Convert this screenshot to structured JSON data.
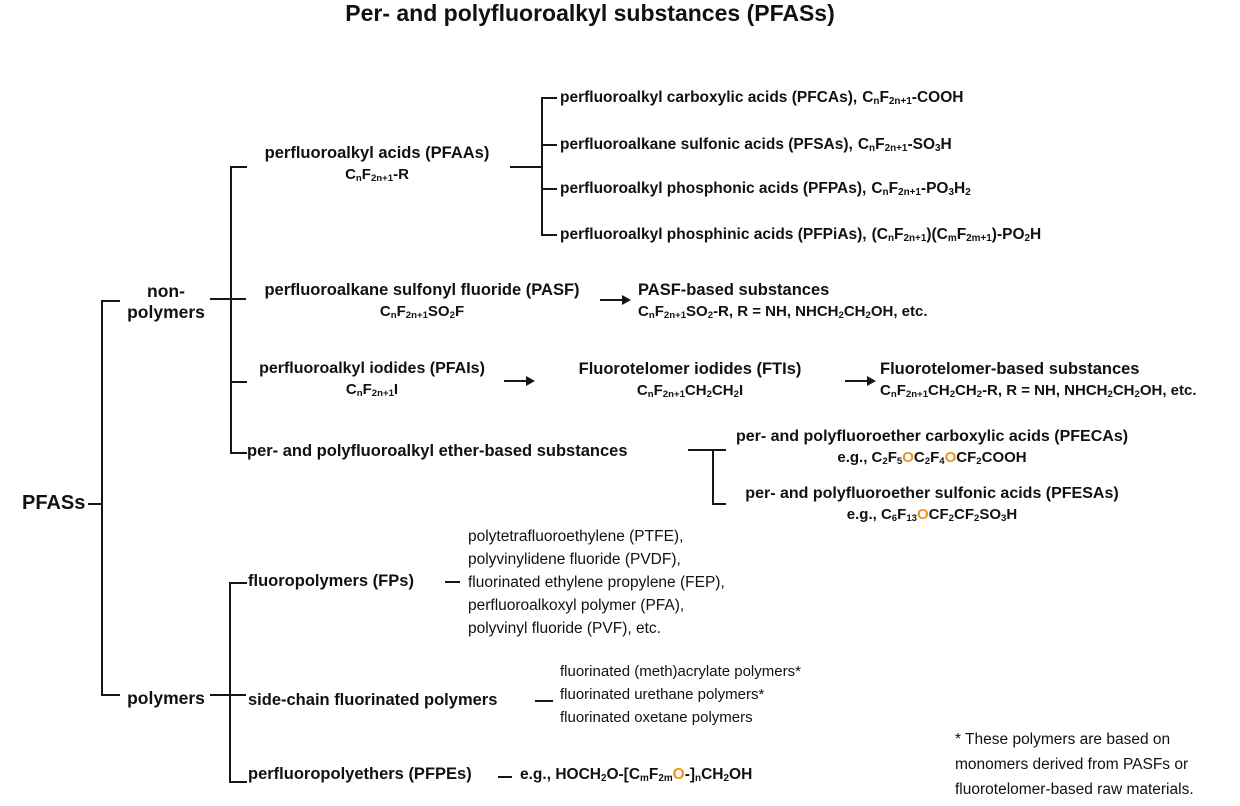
{
  "title": "Per- and polyfluoroalkyl substances (PFASs)",
  "colors": {
    "line": "#161616",
    "text": "#111111",
    "orange": "#f0921e",
    "background": "#ffffff"
  },
  "root": {
    "label": "PFASs"
  },
  "groups": {
    "non_polymers": {
      "line1": "non-",
      "line2": "polymers"
    },
    "polymers": {
      "label": "polymers"
    }
  },
  "nodes": {
    "pfaa": {
      "label": "perfluoroalkyl acids (PFAAs)",
      "formula": [
        {
          "t": "C"
        },
        {
          "s": "n"
        },
        {
          "t": "F"
        },
        {
          "s": "2n+1"
        },
        {
          "t": "-R"
        }
      ]
    },
    "pfca": {
      "label": "perfluoroalkyl carboxylic acids (PFCAs),",
      "formula": [
        {
          "t": "C"
        },
        {
          "s": "n"
        },
        {
          "t": "F"
        },
        {
          "s": "2n+1"
        },
        {
          "t": "-COOH"
        }
      ]
    },
    "pfsa": {
      "label": "perfluoroalkane sulfonic acids (PFSAs),",
      "formula": [
        {
          "t": "C"
        },
        {
          "s": "n"
        },
        {
          "t": "F"
        },
        {
          "s": "2n+1"
        },
        {
          "t": "-SO"
        },
        {
          "s": "3"
        },
        {
          "t": "H"
        }
      ]
    },
    "pfpa": {
      "label": "perfluoroalkyl phosphonic acids (PFPAs),",
      "formula": [
        {
          "t": "C"
        },
        {
          "s": "n"
        },
        {
          "t": "F"
        },
        {
          "s": "2n+1"
        },
        {
          "t": "-PO"
        },
        {
          "s": "3"
        },
        {
          "t": "H"
        },
        {
          "s": "2"
        }
      ]
    },
    "pfpia": {
      "label": "perfluoroalkyl phosphinic acids (PFPiAs),",
      "formula": [
        {
          "t": "(C"
        },
        {
          "s": "n"
        },
        {
          "t": "F"
        },
        {
          "s": "2n+1"
        },
        {
          "t": ")(C"
        },
        {
          "s": "m"
        },
        {
          "t": "F"
        },
        {
          "s": "2m+1"
        },
        {
          "t": ")-PO"
        },
        {
          "s": "2"
        },
        {
          "t": "H"
        }
      ]
    },
    "pasf": {
      "label": "perfluoroalkane sulfonyl fluoride (PASF)",
      "formula": [
        {
          "t": "C"
        },
        {
          "s": "n"
        },
        {
          "t": "F"
        },
        {
          "s": "2n+1"
        },
        {
          "t": "SO"
        },
        {
          "s": "2"
        },
        {
          "t": "F"
        }
      ]
    },
    "pasf_based": {
      "label": "PASF-based substances",
      "formula": [
        {
          "t": "C"
        },
        {
          "s": "n"
        },
        {
          "t": "F"
        },
        {
          "s": "2n+1"
        },
        {
          "t": "SO"
        },
        {
          "s": "2"
        },
        {
          "t": "-R, R = NH, NHCH"
        },
        {
          "s": "2"
        },
        {
          "t": "CH"
        },
        {
          "s": "2"
        },
        {
          "t": "OH, etc."
        }
      ]
    },
    "pfai": {
      "label": "perfluoroalkyl iodides (PFAIs)",
      "formula": [
        {
          "t": "C"
        },
        {
          "s": "n"
        },
        {
          "t": "F"
        },
        {
          "s": "2n+1"
        },
        {
          "t": "I"
        }
      ]
    },
    "fti": {
      "label": "Fluorotelomer iodides (FTIs)",
      "formula": [
        {
          "t": "C"
        },
        {
          "s": "n"
        },
        {
          "t": "F"
        },
        {
          "s": "2n+1"
        },
        {
          "t": "CH"
        },
        {
          "s": "2"
        },
        {
          "t": "CH"
        },
        {
          "s": "2"
        },
        {
          "t": "I"
        }
      ]
    },
    "ft_based": {
      "label": "Fluorotelomer-based substances",
      "formula": [
        {
          "t": "C"
        },
        {
          "s": "n"
        },
        {
          "t": "F"
        },
        {
          "s": "2n+1"
        },
        {
          "t": "CH"
        },
        {
          "s": "2"
        },
        {
          "t": "CH"
        },
        {
          "s": "2"
        },
        {
          "t": "-R, R = NH, NHCH"
        },
        {
          "s": "2"
        },
        {
          "t": "CH"
        },
        {
          "s": "2"
        },
        {
          "t": "OH, etc."
        }
      ]
    },
    "ether": {
      "label": "per- and polyfluoroalkyl ether-based substances"
    },
    "pfeca": {
      "label": "per- and polyfluoroether carboxylic acids (PFECAs)",
      "formula": [
        {
          "t": "e.g., C"
        },
        {
          "s": "2"
        },
        {
          "t": "F"
        },
        {
          "s": "5"
        },
        {
          "t": "O",
          "o": true
        },
        {
          "t": "C"
        },
        {
          "s": "2"
        },
        {
          "t": "F"
        },
        {
          "s": "4"
        },
        {
          "t": "O",
          "o": true
        },
        {
          "t": "CF"
        },
        {
          "s": "2"
        },
        {
          "t": "COOH"
        }
      ]
    },
    "pfesa": {
      "label": "per- and polyfluoroether sulfonic acids (PFESAs)",
      "formula": [
        {
          "t": "e.g., C"
        },
        {
          "s": "6"
        },
        {
          "t": "F"
        },
        {
          "s": "13"
        },
        {
          "t": "O",
          "o": true
        },
        {
          "t": "CF"
        },
        {
          "s": "2"
        },
        {
          "t": "CF"
        },
        {
          "s": "2"
        },
        {
          "t": "SO"
        },
        {
          "s": "3"
        },
        {
          "t": "H"
        }
      ]
    },
    "fp": {
      "label": "fluoropolymers (FPs)",
      "items": [
        "polytetrafluoroethylene (PTFE),",
        "polyvinylidene fluoride (PVDF),",
        "fluorinated ethylene propylene (FEP),",
        "perfluoroalkoxyl polymer (PFA),",
        "polyvinyl fluoride (PVF), etc."
      ]
    },
    "side_chain": {
      "label": "side-chain fluorinated polymers",
      "items": [
        "fluorinated (meth)acrylate polymers*",
        "fluorinated urethane polymers*",
        "fluorinated oxetane polymers"
      ]
    },
    "pfpe": {
      "label": "perfluoropolyethers (PFPEs)",
      "formula": [
        {
          "t": "e.g., HOCH"
        },
        {
          "s": "2"
        },
        {
          "t": "O-[C"
        },
        {
          "s": "m"
        },
        {
          "t": "F"
        },
        {
          "s": "2m"
        },
        {
          "t": "O",
          "o": true
        },
        {
          "t": "-]"
        },
        {
          "s": "n"
        },
        {
          "t": "CH"
        },
        {
          "s": "2"
        },
        {
          "t": "OH"
        }
      ]
    }
  },
  "footnote": {
    "lines": [
      "* These polymers are based on",
      "monomers derived from PASFs or",
      "fluorotelomer-based raw materials."
    ]
  }
}
